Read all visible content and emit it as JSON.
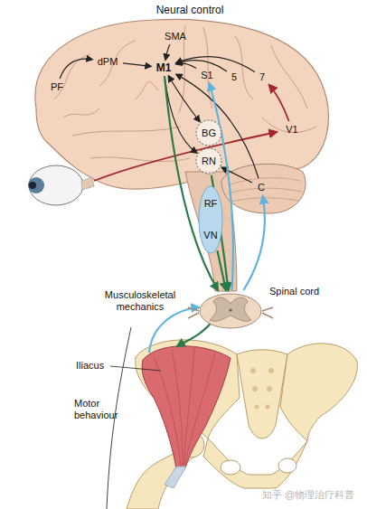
{
  "diagram": {
    "title": "Neural control",
    "nodes": [
      {
        "text": [
          "SMA"
        ]
      },
      {
        "text": [
          "PF"
        ]
      },
      {
        "text": [
          "dPM"
        ]
      },
      {
        "text": [
          "M1"
        ]
      },
      {
        "text": [
          "S1"
        ]
      },
      {
        "text": [
          "5"
        ]
      },
      {
        "text": [
          "7"
        ]
      },
      {
        "text": [
          "V1"
        ]
      },
      {
        "text": [
          "BG"
        ]
      },
      {
        "text": [
          "RN"
        ]
      },
      {
        "text": [
          "C"
        ]
      },
      {
        "text": [
          "RF",
          "VN"
        ]
      },
      {
        "text": [
          "Spinal cord"
        ]
      }
    ],
    "edges": [
      {
        "from": 1,
        "to": 2,
        "arrow": "to"
      },
      {
        "from": 2,
        "to": 3,
        "arrow": "to"
      },
      {
        "from": 0,
        "to": 3,
        "arrow": "to"
      },
      {
        "from": 4,
        "to": 3,
        "arrow": "to"
      },
      {
        "from": 5,
        "to": 3,
        "arrow": "to"
      },
      {
        "from": 6,
        "to": 3,
        "arrow": "to"
      },
      {
        "from": 7,
        "to": 6,
        "arrow": "to"
      },
      {
        "from": 3,
        "to": 8,
        "arrow": "both"
      },
      {
        "from": 3,
        "to": 9,
        "arrow": "to"
      },
      {
        "from": 10,
        "to": 3,
        "arrow": "to"
      },
      {
        "from": 10,
        "to": 9,
        "arrow": "to"
      },
      {
        "from": 3,
        "to": 12,
        "arrow": "to"
      },
      {
        "from": 9,
        "to": 12,
        "arrow": "to"
      },
      {
        "from": 11,
        "to": 12,
        "arrow": "to"
      },
      {
        "from": 12,
        "to": 4,
        "arrow": "to"
      },
      {
        "from": 12,
        "to": 10,
        "arrow": "to"
      }
    ],
    "labels": [
      "Musculoskeletal mechanics",
      "Iliacus",
      "Motor behaviour",
      "知乎 @物理治疗科普"
    ]
  }
}
